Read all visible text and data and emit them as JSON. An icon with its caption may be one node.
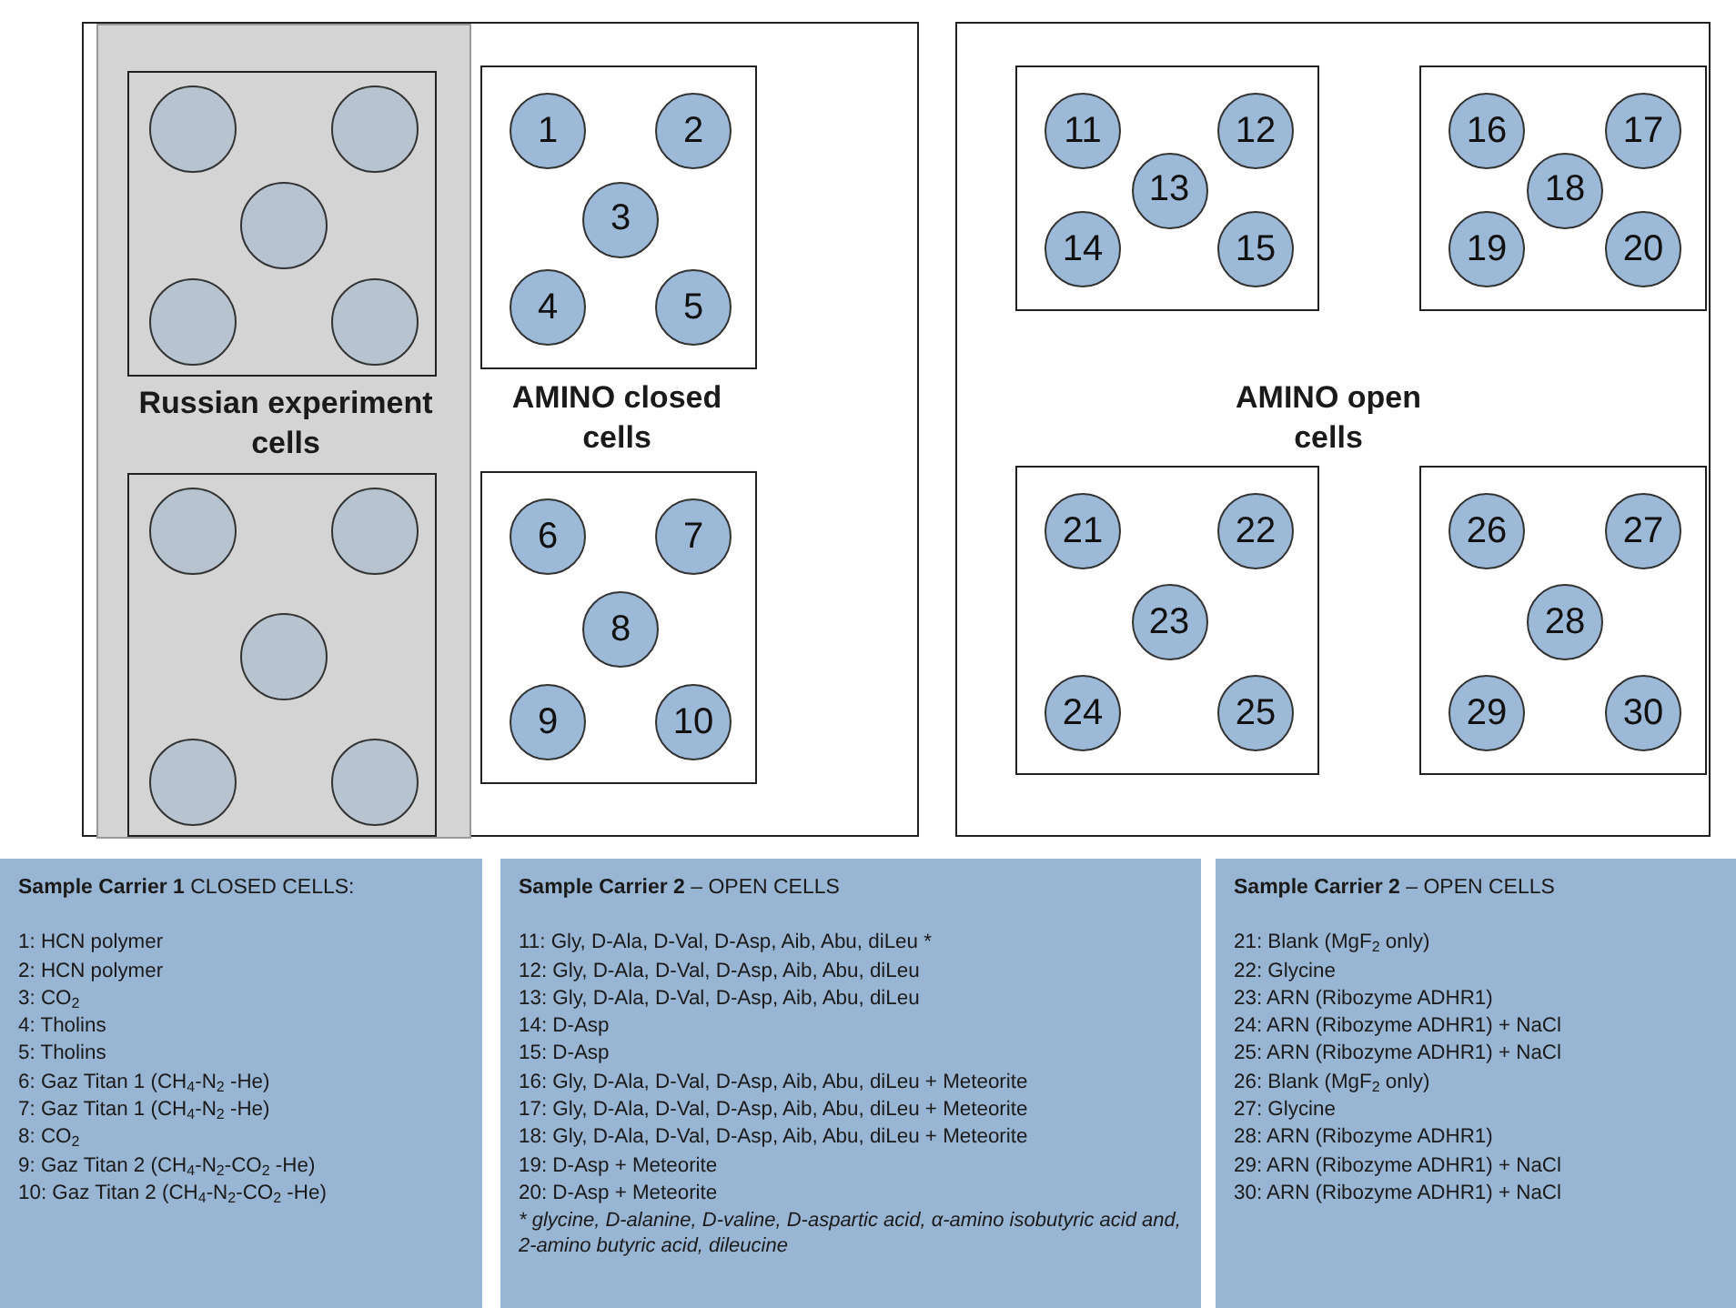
{
  "diagram": {
    "nodes": [
      {
        "text": [],
        "shape": "box"
      },
      {
        "text": [
          "Russian experiment cells"
        ],
        "in": 0
      },
      {
        "text": [],
        "shape": "box",
        "in": 1
      },
      {
        "text": [],
        "shape": "circle",
        "in": 2
      },
      {
        "text": [],
        "shape": "circle",
        "in": 2
      },
      {
        "text": [],
        "shape": "circle",
        "in": 2
      },
      {
        "text": [],
        "shape": "circle",
        "in": 2
      },
      {
        "text": [],
        "shape": "circle",
        "in": 2
      },
      {
        "text": [],
        "shape": "box",
        "in": 1
      },
      {
        "text": [],
        "shape": "circle",
        "in": 8
      },
      {
        "text": [],
        "shape": "circle",
        "in": 8
      },
      {
        "text": [],
        "shape": "circle",
        "in": 8
      },
      {
        "text": [],
        "shape": "circle",
        "in": 8
      },
      {
        "text": [],
        "shape": "circle",
        "in": 8
      },
      {
        "text": [],
        "shape": "box",
        "in": 0
      },
      {
        "text": [
          "1"
        ],
        "in": 14
      },
      {
        "text": [
          "2"
        ],
        "in": 14
      },
      {
        "text": [
          "3"
        ],
        "in": 14
      },
      {
        "text": [
          "4"
        ],
        "in": 14
      },
      {
        "text": [
          "5"
        ],
        "in": 14
      },
      {
        "text": [],
        "shape": "box",
        "in": 0
      },
      {
        "text": [
          "6"
        ],
        "in": 20
      },
      {
        "text": [
          "7"
        ],
        "in": 20
      },
      {
        "text": [
          "8"
        ],
        "in": 20
      },
      {
        "text": [
          "9"
        ],
        "in": 20
      },
      {
        "text": [
          "10"
        ],
        "in": 20
      },
      {
        "text": [],
        "shape": "box"
      },
      {
        "text": [],
        "shape": "box",
        "in": 26
      },
      {
        "text": [
          "11"
        ],
        "in": 27
      },
      {
        "text": [
          "12"
        ],
        "in": 27
      },
      {
        "text": [
          "13"
        ],
        "in": 27
      },
      {
        "text": [
          "14"
        ],
        "in": 27
      },
      {
        "text": [
          "15"
        ],
        "in": 27
      },
      {
        "text": [],
        "shape": "box",
        "in": 26
      },
      {
        "text": [
          "16"
        ],
        "in": 33
      },
      {
        "text": [
          "17"
        ],
        "in": 33
      },
      {
        "text": [
          "18"
        ],
        "in": 33
      },
      {
        "text": [
          "19"
        ],
        "in": 33
      },
      {
        "text": [
          "20"
        ],
        "in": 33
      },
      {
        "text": [],
        "shape": "box",
        "in": 26
      },
      {
        "text": [
          "21"
        ],
        "in": 39
      },
      {
        "text": [
          "22"
        ],
        "in": 39
      },
      {
        "text": [
          "23"
        ],
        "in": 39
      },
      {
        "text": [
          "24"
        ],
        "in": 39
      },
      {
        "text": [
          "25"
        ],
        "in": 39
      },
      {
        "text": [],
        "shape": "box",
        "in": 26
      },
      {
        "text": [
          "26"
        ],
        "in": 45
      },
      {
        "text": [
          "27"
        ],
        "in": 45
      },
      {
        "text": [
          "28"
        ],
        "in": 45
      },
      {
        "text": [
          "29"
        ],
        "in": 45
      },
      {
        "text": [
          "30"
        ],
        "in": 45
      },
      {
        "text": [
          "**Sample Carrier 1** CLOSED CELLS:",
          "1: HCN polymer",
          "2: HCN polymer",
          "3: CO$_{2}$",
          "4: Tholins",
          "5: Tholins",
          "6: Gaz Titan 1 (CH$_{4}$-N$_{2}$ -He)",
          "7: Gaz Titan 1 (CH$_{4}$-N$_{2}$ -He)",
          "8: CO$_{2}$",
          "9: Gaz Titan 2 (CH$_{4}$-N$_{2}$-CO$_{2}$ -He)",
          "10: Gaz Titan 2 (CH$_{4}$-N$_{2}$-CO$_{2}$ -He)"
        ]
      },
      {
        "text": [
          "**Sample Carrier 2** – OPEN CELLS",
          "11: Gly, D-Ala, D-Val, D-Asp, Aib, Abu, diLeu *",
          "12: Gly, D-Ala, D-Val, D-Asp, Aib, Abu, diLeu",
          "13: Gly, D-Ala, D-Val, D-Asp, Aib, Abu, diLeu",
          "14: D-Asp",
          "15: D-Asp",
          "16: Gly, D-Ala, D-Val, D-Asp, Aib, Abu, diLeu + Meteorite",
          "17: Gly, D-Ala, D-Val, D-Asp, Aib, Abu, diLeu + Meteorite",
          "18: Gly, D-Ala, D-Val, D-Asp, Aib, Abu, diLeu + Meteorite",
          "19: D-Asp + Meteorite",
          "20: D-Asp + Meteorite",
          "* glycine, D-alanine, D-valine, D-aspartic acid, α-amino isobutyric acid and, 2-amino butyric acid, dileucine"
        ]
      },
      {
        "text": [
          "**Sample Carrier 2** – OPEN CELLS",
          "21: Blank (MgF$_{2}$ only)",
          "22: Glycine",
          "23: ARN (Ribozyme ADHR1)",
          "24: ARN (Ribozyme ADHR1) + NaCl",
          "25: ARN (Ribozyme ADHR1) + NaCl",
          "26: Blank (MgF$_{2}$ only)",
          "27: Glycine",
          "28: ARN (Ribozyme ADHR1)",
          "29: ARN (Ribozyme ADHR1) + NaCl",
          "30: ARN (Ribozyme ADHR1) + NaCl"
        ]
      }
    ],
    "labels": [
      "AMINO closed cells",
      "AMINO open cells"
    ]
  }
}
